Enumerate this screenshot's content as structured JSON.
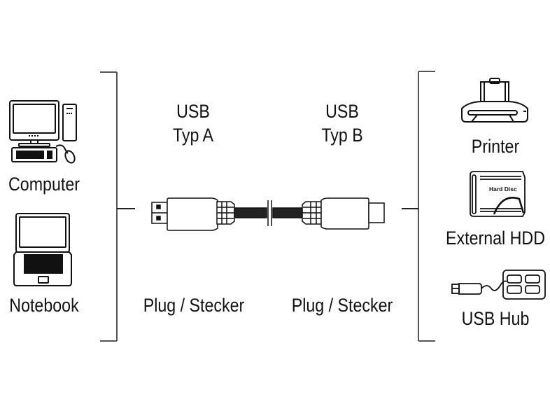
{
  "diagram": {
    "type": "usb-cable-connection",
    "colors": {
      "line": "#111111",
      "bracket": "#555555",
      "background": "#ffffff"
    },
    "left_devices": [
      {
        "label": "Computer",
        "icon": "desktop-computer-icon"
      },
      {
        "label": "Notebook",
        "icon": "notebook-icon"
      }
    ],
    "cable": {
      "end_a": {
        "title_line1": "USB",
        "title_line2": "Typ A",
        "caption": "Plug / Stecker",
        "icon": "usb-type-a-plug-icon"
      },
      "end_b": {
        "title_line1": "USB",
        "title_line2": "Typ B",
        "caption": "Plug / Stecker",
        "icon": "usb-type-b-plug-icon"
      }
    },
    "right_devices": [
      {
        "label": "Printer",
        "icon": "printer-icon"
      },
      {
        "label": "External HDD",
        "icon": "external-hdd-icon",
        "icon_text": "Hard Disc"
      },
      {
        "label": "USB Hub",
        "icon": "usb-hub-icon"
      }
    ]
  }
}
